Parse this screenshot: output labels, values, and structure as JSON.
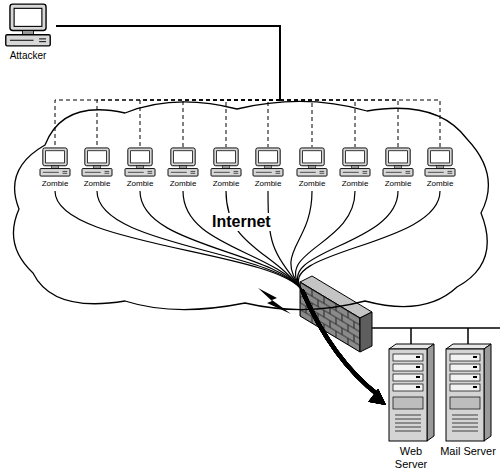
{
  "diagram": {
    "nodes": [
      {
        "text": [
          "Attacker"
        ]
      },
      {
        "text": [
          "Internet"
        ]
      },
      {
        "text": [
          "Zombie"
        ],
        "in": 1
      },
      {
        "text": [
          "Zombie"
        ],
        "in": 1
      },
      {
        "text": [
          "Zombie"
        ],
        "in": 1
      },
      {
        "text": [
          "Zombie"
        ],
        "in": 1
      },
      {
        "text": [
          "Zombie"
        ],
        "in": 1
      },
      {
        "text": [
          "Zombie"
        ],
        "in": 1
      },
      {
        "text": [
          "Zombie"
        ],
        "in": 1
      },
      {
        "text": [
          "Zombie"
        ],
        "in": 1
      },
      {
        "text": [
          "Zombie"
        ],
        "in": 1
      },
      {
        "text": [
          "Zombie"
        ],
        "in": 1
      },
      {
        "text": [
          "Web Server"
        ]
      },
      {
        "text": [
          "Mail Server"
        ]
      }
    ],
    "edges": [
      {
        "from": 0,
        "to": 2,
        "arrow": "none"
      },
      {
        "from": 0,
        "to": 3,
        "arrow": "none"
      },
      {
        "from": 0,
        "to": 4,
        "arrow": "none"
      },
      {
        "from": 0,
        "to": 5,
        "arrow": "none"
      },
      {
        "from": 0,
        "to": 6,
        "arrow": "none"
      },
      {
        "from": 0,
        "to": 7,
        "arrow": "none"
      },
      {
        "from": 0,
        "to": 8,
        "arrow": "none"
      },
      {
        "from": 0,
        "to": 9,
        "arrow": "none"
      },
      {
        "from": 0,
        "to": 10,
        "arrow": "none"
      },
      {
        "from": 0,
        "to": 11,
        "arrow": "none"
      },
      {
        "from": 2,
        "to": 12,
        "arrow": "to"
      },
      {
        "from": 3,
        "to": 12,
        "arrow": "to"
      },
      {
        "from": 4,
        "to": 12,
        "arrow": "to"
      },
      {
        "from": 5,
        "to": 12,
        "arrow": "to"
      },
      {
        "from": 6,
        "to": 12,
        "arrow": "to"
      },
      {
        "from": 7,
        "to": 12,
        "arrow": "to"
      },
      {
        "from": 8,
        "to": 12,
        "arrow": "to"
      },
      {
        "from": 9,
        "to": 12,
        "arrow": "to"
      },
      {
        "from": 10,
        "to": 12,
        "arrow": "to"
      },
      {
        "from": 11,
        "to": 12,
        "arrow": "to"
      }
    ]
  }
}
